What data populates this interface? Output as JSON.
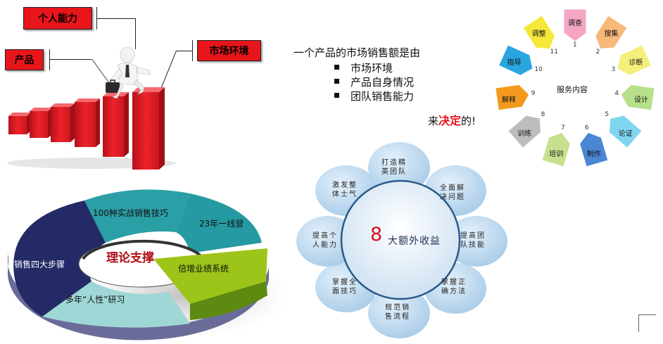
{
  "labels": {
    "personal_ability": "个人能力",
    "product": "产品",
    "market": "市场环境"
  },
  "intro": {
    "lead": "一个产品的市场销售额是由",
    "bullets": [
      "市场环境",
      "产品自身情况",
      "团队销售能力"
    ],
    "conclusion_prefix": "来",
    "conclusion_highlight": "决定",
    "conclusion_suffix": "的!"
  },
  "ring": {
    "center": "理论支撑",
    "segments": [
      "100种实战销售技巧",
      "23年一线营",
      "倍增业绩系统",
      "多年“人性”研习",
      "销售四大步骤"
    ]
  },
  "flower": {
    "center_number": "8",
    "center_text": "大额外收益",
    "petals": [
      [
        "打造精",
        "英团队"
      ],
      [
        "全面解",
        "决问题"
      ],
      [
        "提高团",
        "队技能"
      ],
      [
        "掌握正",
        "确方法"
      ],
      [
        "规范销",
        "售流程"
      ],
      [
        "掌握全",
        "面技巧"
      ],
      [
        "提高个",
        "人能力"
      ],
      [
        "激发整",
        "体士气"
      ]
    ]
  },
  "service": {
    "center": "服务内容",
    "items": [
      {
        "label": "调查",
        "num": "1"
      },
      {
        "label": "搜集",
        "num": "2"
      },
      {
        "label": "诊断",
        "num": "3"
      },
      {
        "label": "设计",
        "num": "4"
      },
      {
        "label": "论证",
        "num": "5"
      },
      {
        "label": "制作",
        "num": "6"
      },
      {
        "label": "培训",
        "num": "7"
      },
      {
        "label": "训练",
        "num": "8"
      },
      {
        "label": "解释",
        "num": "9"
      },
      {
        "label": "指导",
        "num": "10"
      },
      {
        "label": "调整",
        "num": "11"
      }
    ],
    "colors": [
      "#f4a6c4",
      "#f7b97a",
      "#f3ef7a",
      "#b7e08a",
      "#7fd6ee",
      "#4a86d4",
      "#c8e08e",
      "#bdbdbd",
      "#f39a1e",
      "#29a6df",
      "#f5e83a"
    ]
  }
}
